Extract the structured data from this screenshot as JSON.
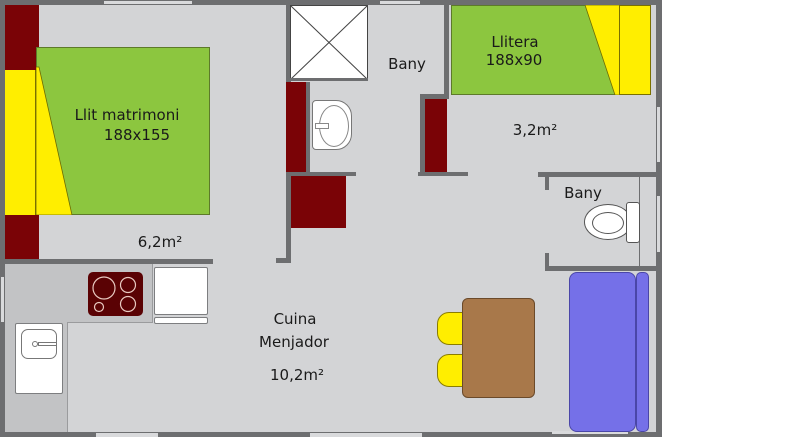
{
  "plan": {
    "colors": {
      "floor": "#d3d4d6",
      "wall": "#6d6e70",
      "closet": "#7a0306",
      "bed": "#8cc63f",
      "pillow": "#ffee00",
      "table": "#a8784a",
      "chair": "#ffee00",
      "sofa": "#7570e8",
      "hob": "#5a0204"
    },
    "rooms": {
      "master_bedroom": {
        "bed_label": "Llit matrimoni",
        "bed_size": "188x155",
        "area": "6,2m²"
      },
      "main_bathroom": {
        "label": "Bany"
      },
      "bunk_room": {
        "bed_label": "Llitera",
        "bed_size": "188x90",
        "area": "3,2m²"
      },
      "wc": {
        "label": "Bany"
      },
      "kitchen_dining": {
        "label_line1": "Cuina",
        "label_line2": "Menjador",
        "area": "10,2m²"
      }
    }
  }
}
